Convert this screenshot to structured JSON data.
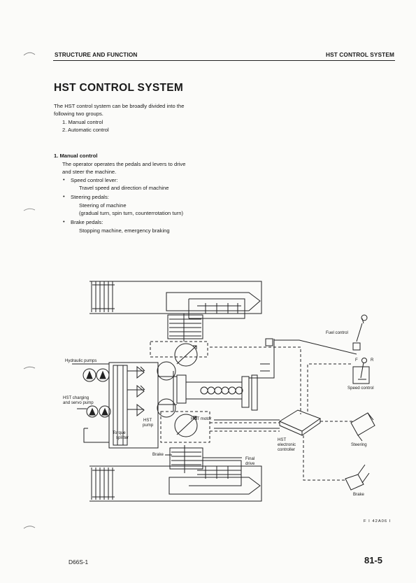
{
  "header": {
    "left": "STRUCTURE AND FUNCTION",
    "right": "HST CONTROL SYSTEM"
  },
  "title": "HST CONTROL SYSTEM",
  "intro": {
    "line1": "The HST control system can be broadly divided into the",
    "line2": "following two groups.",
    "items": [
      "1.  Manual control",
      "2.  Automatic control"
    ]
  },
  "manual": {
    "heading": "1.  Manual control",
    "line1": "The operator operates the pedals and levers to drive",
    "line2": "and steer the machine.",
    "bullets": [
      {
        "label": "Speed control lever:",
        "desc1": "Travel speed and direction of machine",
        "desc2": ""
      },
      {
        "label": "Steering pedals:",
        "desc1": "Steering of machine",
        "desc2": "(gradual turn, spin turn, counterrotation turn)"
      },
      {
        "label": "Brake pedals:",
        "desc1": "Stopping machine, emergency braking",
        "desc2": ""
      }
    ]
  },
  "diagram": {
    "labels": {
      "hydraulic_pumps": "Hydraulic pumps",
      "hst_charging_1": "HST charging",
      "hst_charging_2": "and servo pump",
      "torque_1": "Torque",
      "torque_2": "splitter",
      "hst_pump_1": "HST",
      "hst_pump_2": "pump",
      "hst_motor": "HST motor",
      "brake": "Brake",
      "final_1": "Final",
      "final_2": "drive",
      "controller_1": "HST",
      "controller_2": "electronic",
      "controller_3": "controller",
      "fuel_control": "Fuel control",
      "f": "F",
      "r": "R",
      "speed_control": "Speed control",
      "steering": "Steering",
      "brake_pedal": "Brake"
    },
    "figure_code": "F I 42A06 I"
  },
  "footer": {
    "model": "D66S-1",
    "page": "81-5"
  }
}
